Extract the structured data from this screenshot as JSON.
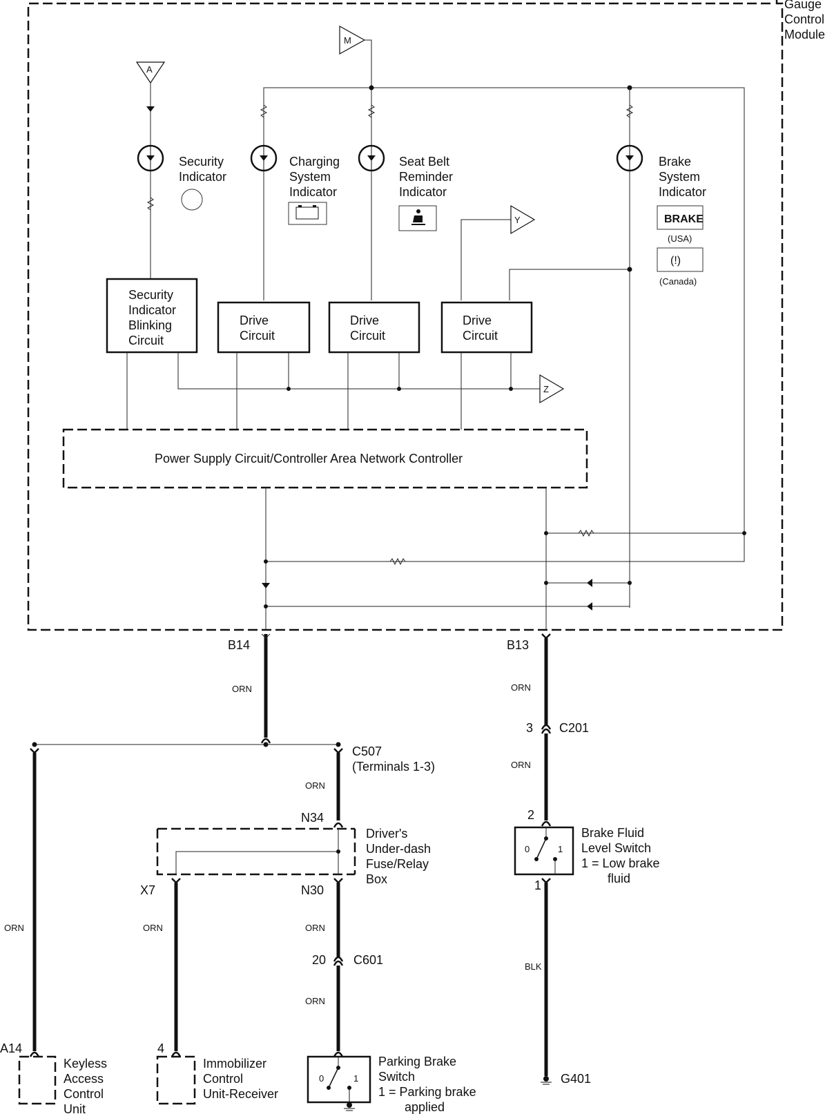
{
  "module": {
    "title_lines": [
      "Gauge",
      "Control",
      "Module"
    ],
    "bus_label": "Power Supply Circuit/Controller Area Network Controller"
  },
  "connectors_in": {
    "a": "A",
    "m": "M",
    "y": "Y",
    "z": "Z"
  },
  "indicators": [
    {
      "name": "security",
      "lines": [
        "Security",
        "Indicator"
      ],
      "icon": "circle-lamp-icon"
    },
    {
      "name": "charging",
      "lines": [
        "Charging",
        "System",
        "Indicator"
      ],
      "icon": "battery-icon"
    },
    {
      "name": "seat-belt",
      "lines": [
        "Seat Belt",
        "Reminder",
        "Indicator"
      ],
      "icon": "seat-belt-icon"
    },
    {
      "name": "brake",
      "lines": [
        "Brake",
        "System",
        "Indicator"
      ],
      "icon": "brake-icon",
      "usa_text": "BRAKE",
      "usa_label": "(USA)",
      "canada_text": "(!)",
      "canada_label": "(Canada)"
    }
  ],
  "circuits": [
    {
      "lines": [
        "Security",
        "Indicator",
        "Blinking",
        "Circuit"
      ]
    },
    {
      "lines": [
        "Drive",
        "Circuit"
      ]
    },
    {
      "lines": [
        "Drive",
        "Circuit"
      ]
    },
    {
      "lines": [
        "Drive",
        "Circuit"
      ]
    }
  ],
  "terminals": {
    "b14": "B14",
    "b13": "B13",
    "c507": [
      "C507",
      "(Terminals 1-3)"
    ],
    "n34": "N34",
    "n30": "N30",
    "x7": "X7",
    "c601_pin": "20",
    "c601": "C601",
    "c201_pin": "3",
    "c201": "C201",
    "switch_in": "2",
    "switch_out": "1",
    "a14": "A14",
    "pin4": "4",
    "g401": "G401"
  },
  "wire_colors": {
    "b14": "ORN",
    "b13_upper": "ORN",
    "b13_lower": "ORN",
    "c507": "ORN",
    "keyless": "ORN",
    "x7": "ORN",
    "n30": "ORN",
    "c601": "ORN",
    "ground": "BLK"
  },
  "components": {
    "fuse_box": [
      "Driver's",
      "Under-dash",
      "Fuse/Relay",
      "Box"
    ],
    "brake_fluid": [
      "Brake Fluid",
      "Level Switch",
      "1 = Low brake",
      "fluid"
    ],
    "parking_brake": [
      "Parking Brake",
      "Switch",
      "1 = Parking brake",
      "applied"
    ],
    "keyless": [
      "Keyless",
      "Access",
      "Control",
      "Unit"
    ],
    "immobilizer": [
      "Immobilizer",
      "Control",
      "Unit-Receiver"
    ],
    "switch_pos0": "0",
    "switch_pos1": "1"
  }
}
